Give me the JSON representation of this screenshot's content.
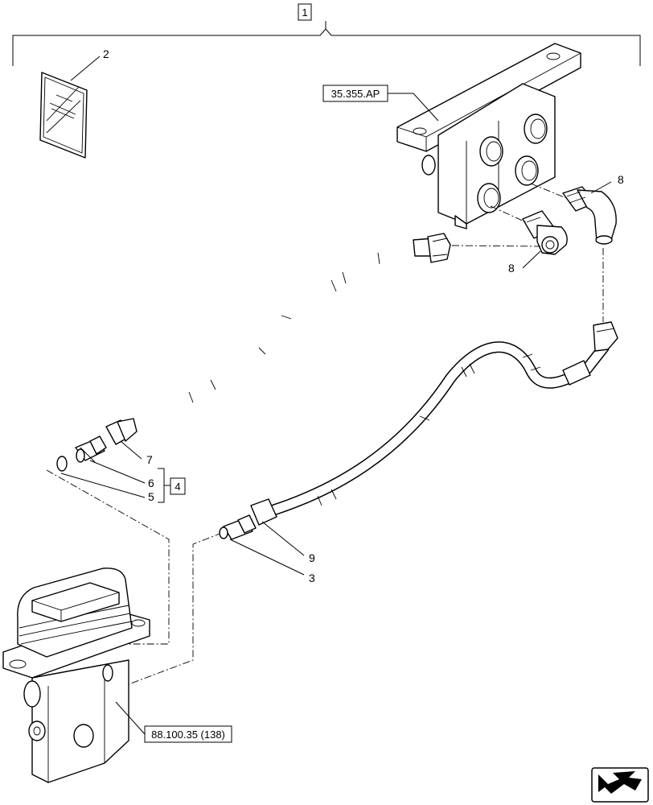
{
  "callouts": {
    "assembly": "1",
    "manual": "2",
    "adapter_lower": "3",
    "kit": "4",
    "o_ring": "5",
    "adapter_upper": "6",
    "hose_upper": "7",
    "elbow_upper": "8",
    "elbow_lower": "8",
    "hose_lower": "9"
  },
  "references": {
    "valve_block": "35.355.AP",
    "pilot_valve": "88.100.35 (138)"
  },
  "icons": {
    "corner": "navigation-arrow-icon"
  }
}
